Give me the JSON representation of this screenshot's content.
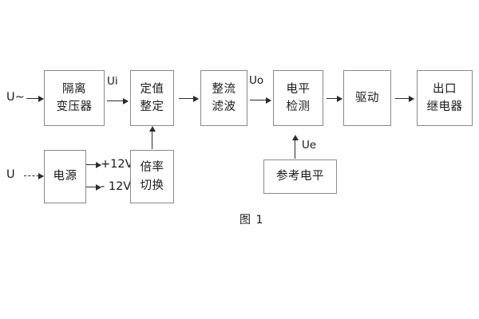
{
  "diagram": {
    "caption": "图 1",
    "boxes": [
      {
        "id": "isolation-transformer",
        "lines": [
          "隔离",
          "变压器"
        ]
      },
      {
        "id": "setting-value",
        "lines": [
          "定值",
          "整定"
        ]
      },
      {
        "id": "rectify-filter",
        "lines": [
          "整流",
          "滤波"
        ]
      },
      {
        "id": "level-detection",
        "lines": [
          "电平",
          "检测"
        ]
      },
      {
        "id": "drive",
        "lines": [
          "驱动"
        ]
      },
      {
        "id": "output-relay",
        "lines": [
          "出口",
          "继电器"
        ]
      },
      {
        "id": "power-supply",
        "lines": [
          "电源"
        ]
      },
      {
        "id": "multiplier-switch",
        "lines": [
          "倍率",
          "切换"
        ]
      },
      {
        "id": "reference-level",
        "lines": [
          "参考电平"
        ]
      }
    ],
    "labels": {
      "input_ac": "U~",
      "input_dc": "U",
      "ui": "Ui",
      "uo": "Uo",
      "ue": "Ue",
      "supply_positive": "+12V",
      "supply_negative": "- 12V"
    }
  }
}
